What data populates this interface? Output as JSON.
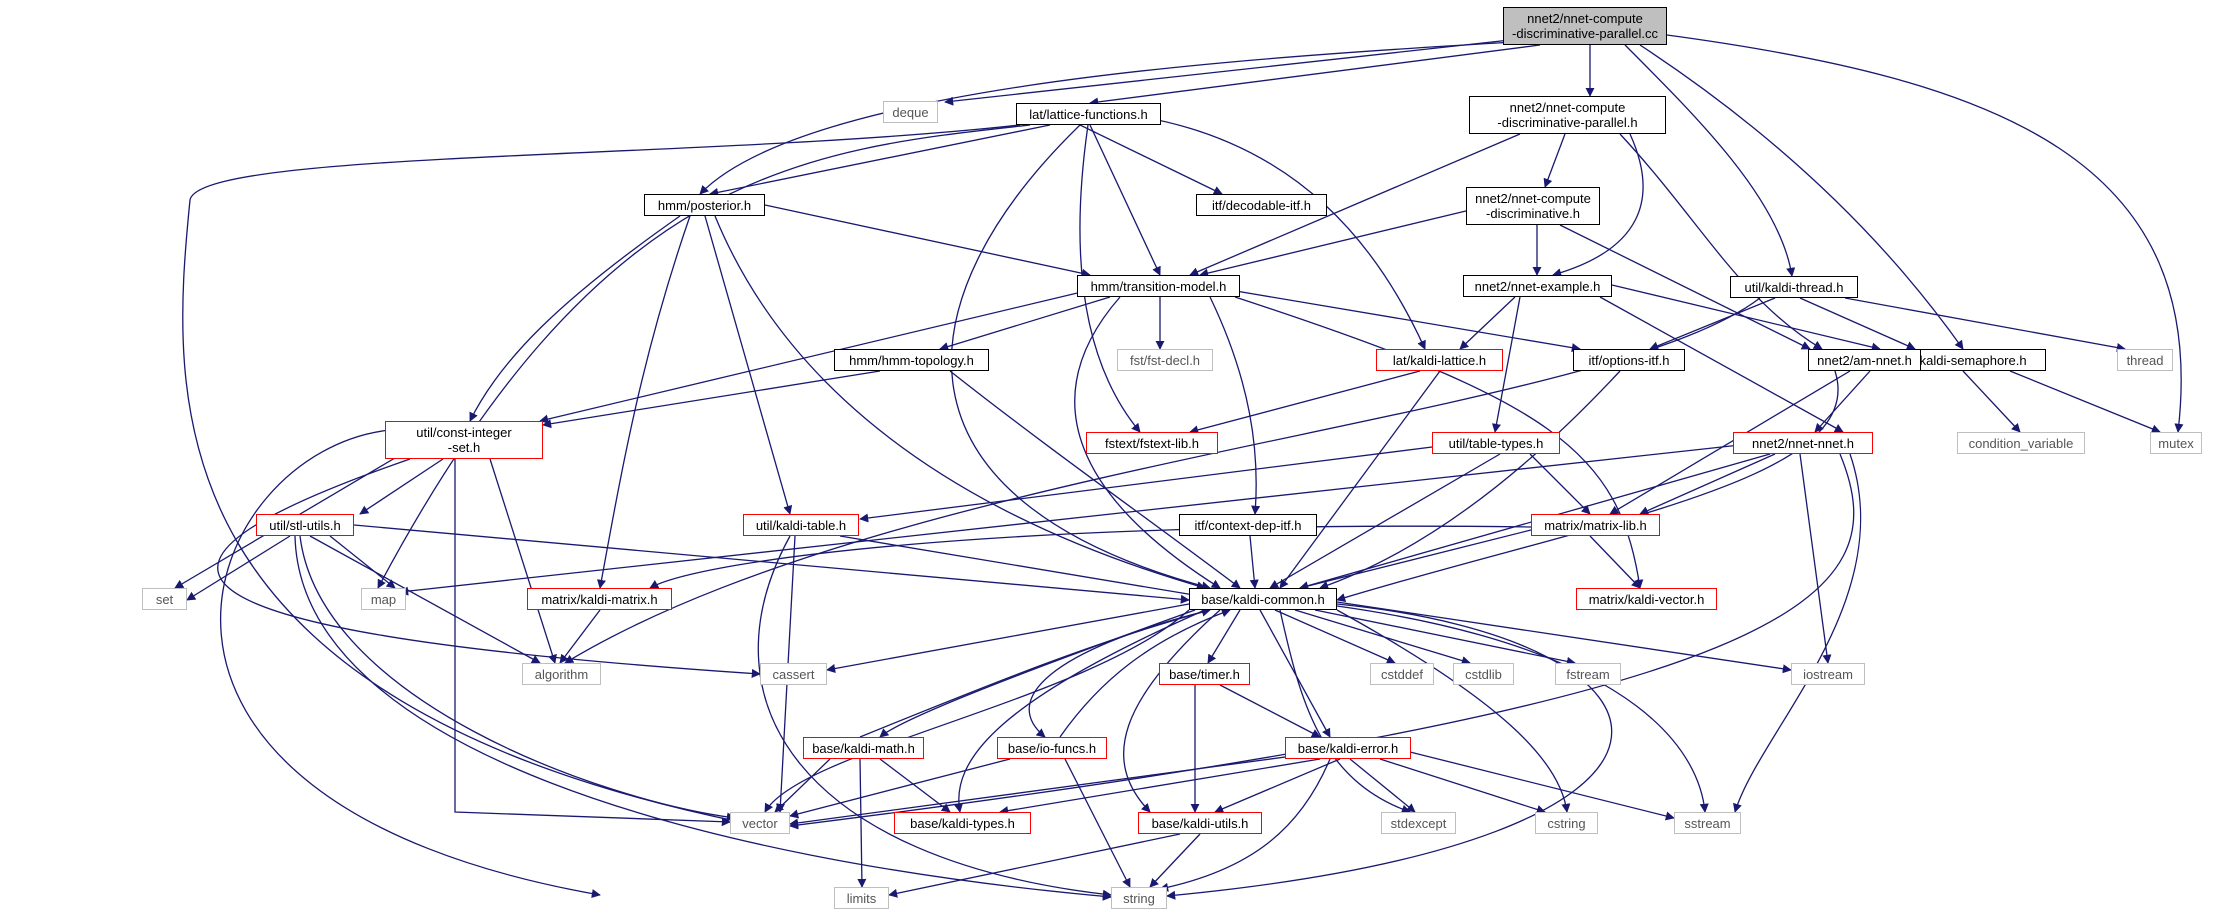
{
  "colors": {
    "edge": "#191970",
    "root_fill": "#bfbfbf",
    "truncated_border": "#ff0000",
    "std_border": "#bfbfbf"
  },
  "nodes": {
    "root": "nnet2/nnet-compute\n-discriminative-parallel.cc",
    "deque": "deque",
    "lattice_functions": "lat/lattice-functions.h",
    "ncdp_h": "nnet2/nnet-compute\n-discriminative-parallel.h",
    "util_thread": "util/kaldi-thread.h",
    "mutex": "mutex",
    "posterior": "hmm/posterior.h",
    "decodable_itf": "itf/decodable-itf.h",
    "ncd_h": "nnet2/nnet-compute\n-discriminative.h",
    "transition_model": "hmm/transition-model.h",
    "nnet_example": "nnet2/nnet-example.h",
    "thread": "thread",
    "semaphore": "util/kaldi-semaphore.h",
    "hmm_topology": "hmm/hmm-topology.h",
    "fst_decl": "fst/fst-decl.h",
    "kaldi_lattice": "lat/kaldi-lattice.h",
    "options_itf": "itf/options-itf.h",
    "am_nnet": "nnet2/am-nnet.h",
    "condition_variable": "condition_variable",
    "const_integer_set": "util/const-integer\n-set.h",
    "fstext_lib": "fstext/fstext-lib.h",
    "table_types": "util/table-types.h",
    "nnet_nnet": "nnet2/nnet-nnet.h",
    "stl_utils": "util/stl-utils.h",
    "kaldi_table": "util/kaldi-table.h",
    "context_dep_itf": "itf/context-dep-itf.h",
    "matrix_lib": "matrix/matrix-lib.h",
    "set": "set",
    "map": "map",
    "kaldi_matrix": "matrix/kaldi-matrix.h",
    "kaldi_common": "base/kaldi-common.h",
    "kaldi_vector": "matrix/kaldi-vector.h",
    "algorithm": "algorithm",
    "cassert": "cassert",
    "timer": "base/timer.h",
    "cstddef": "cstddef",
    "cstdlib": "cstdlib",
    "fstream": "fstream",
    "iostream": "iostream",
    "kaldi_math": "base/kaldi-math.h",
    "io_funcs": "base/io-funcs.h",
    "kaldi_error": "base/kaldi-error.h",
    "vector": "vector",
    "kaldi_types": "base/kaldi-types.h",
    "kaldi_utils": "base/kaldi-utils.h",
    "stdexcept": "stdexcept",
    "cstring": "cstring",
    "sstream": "sstream",
    "limits": "limits",
    "string": "string"
  }
}
